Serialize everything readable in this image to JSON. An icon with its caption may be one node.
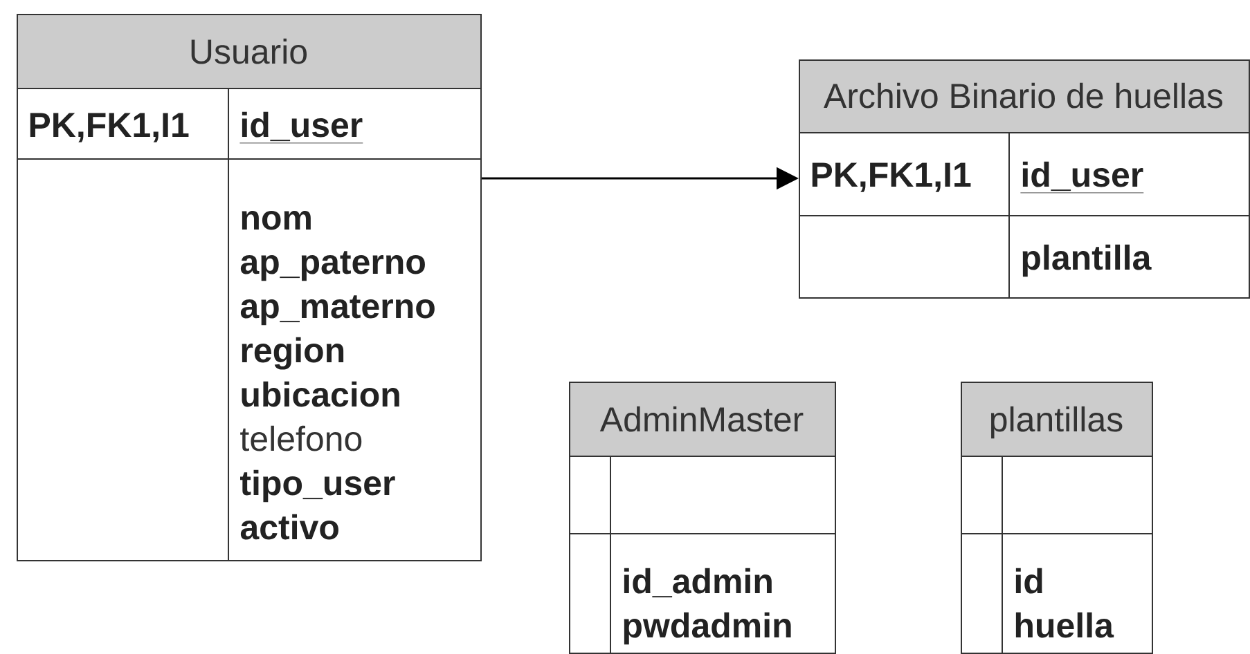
{
  "diagram": {
    "nodes": [
      {
        "text": [
          "Usuario",
          "PK,FK1,I1",
          "id_user",
          "nom",
          "ap_paterno",
          "ap_materno",
          "region",
          "ubicacion",
          "telefono",
          "tipo_user",
          "activo"
        ]
      },
      {
        "text": [
          "Archivo Binario de huellas",
          "PK,FK1,I1",
          "id_user",
          "plantilla"
        ]
      },
      {
        "text": [
          "AdminMaster",
          "id_admin",
          "pwdadmin"
        ]
      },
      {
        "text": [
          "plantillas",
          "id",
          "huella"
        ]
      }
    ],
    "edges": [
      {
        "from": 0,
        "to": 1,
        "arrow": "to"
      }
    ]
  }
}
